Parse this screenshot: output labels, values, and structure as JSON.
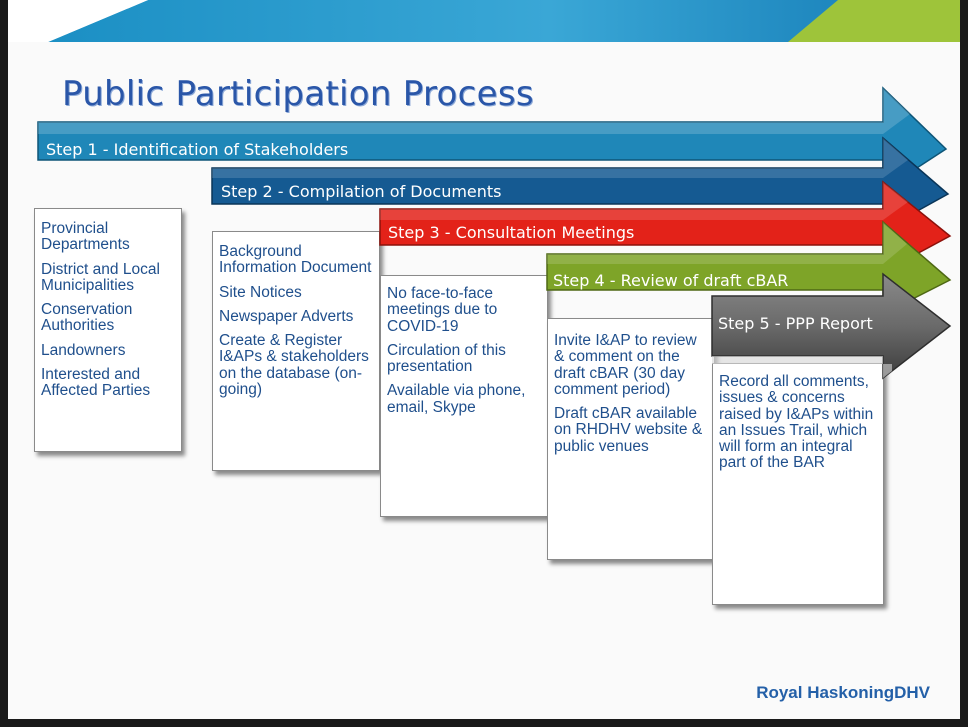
{
  "slide": {
    "title": "Public Participation Process",
    "brand": "Royal HaskoningDHV"
  },
  "steps": [
    {
      "label": "Step 1 - Identification of Stakeholders",
      "color": "#1f87b8",
      "items": [
        "Provincial Departments",
        "District and Local Municipalities",
        "Conservation Authorities",
        "Landowners",
        "Interested and Affected Parties"
      ]
    },
    {
      "label": "Step 2 - Compilation of Documents",
      "color": "#155a92",
      "items": [
        "Background Information Document",
        "Site Notices",
        "Newspaper Adverts",
        "Create & Register I&APs & stakeholders on the database (on-going)"
      ]
    },
    {
      "label": "Step 3 - Consultation Meetings",
      "color": "#e32219",
      "items": [
        "No face-to-face meetings due to COVID-19",
        "Circulation of this presentation",
        "Available via phone, email, Skype"
      ]
    },
    {
      "label": "Step 4 - Review of draft cBAR",
      "color": "#7ea428",
      "items": [
        "Invite I&AP to review & comment on the draft cBAR (30 day comment period)",
        "Draft cBAR available on RHDHV website & public venues"
      ]
    },
    {
      "label": "Step 5 - PPP Report",
      "color": "#6e6e6e",
      "items": [
        "Record all comments, issues & concerns raised by I&APs within an Issues Trail, which will form an integral part of the BAR"
      ]
    }
  ]
}
